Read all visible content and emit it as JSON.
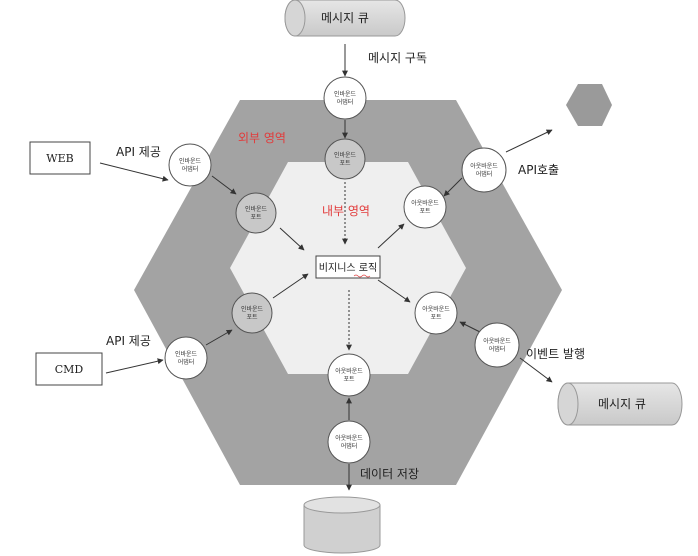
{
  "texts": {
    "queue_top": "메시지 큐",
    "queue_right": "메시지 큐",
    "subscribe": "메시지 구독",
    "api_top": "API 제공",
    "api_bottom": "API 제공",
    "api_call": "API호출",
    "event_publish": "이벤트 발행",
    "data_store": "데이터 저장",
    "outer_region": "외부 영역",
    "inner_region": "내부 영역",
    "business_logic": "비지니스 로직",
    "web": "WEB",
    "cmd": "CMD"
  },
  "nodes": {
    "inbound_adapter_line1": "인바운드",
    "inbound_adapter_line2": "어댑터",
    "inbound_port_line1": "인바운드",
    "inbound_port_line2": "포트",
    "outbound_adapter_line1": "아웃바운드",
    "outbound_adapter_line2": "어댑터",
    "outbound_port_line1": "아웃바운드",
    "outbound_port_line2": "포트"
  },
  "colors": {
    "outer_hexagon": "#a3a3a3",
    "inner_hexagon": "#efefef",
    "external_hexagon": "#9a9a9a",
    "queue_fill": "#d4d4d4",
    "region_label": "#e23b3b"
  }
}
